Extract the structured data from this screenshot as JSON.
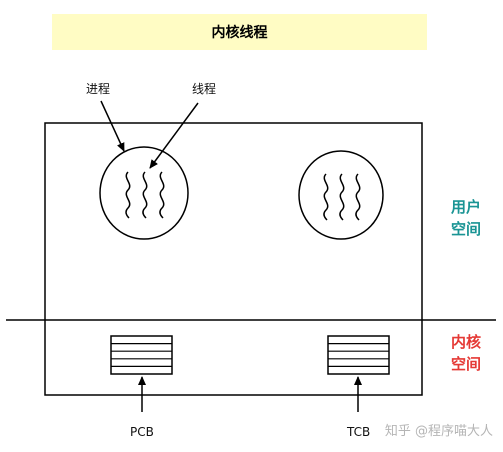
{
  "title": "内核线程",
  "labels": {
    "process": "进程",
    "thread": "线程",
    "pcb": "PCB",
    "tcb": "TCB"
  },
  "spaces": {
    "user": {
      "line1": "用户",
      "line2": "空间",
      "color": "#1a9494"
    },
    "kernel": {
      "line1": "内核",
      "line2": "空间",
      "color": "#e53935"
    }
  },
  "watermark": "知乎 @程序喵大人",
  "colors": {
    "title_bg": "#fffcc4",
    "line": "#000000"
  }
}
